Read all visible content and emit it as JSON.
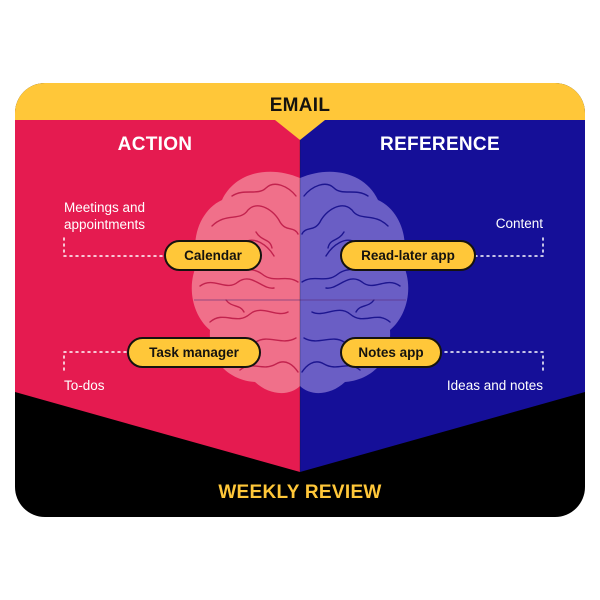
{
  "header": {
    "label": "EMAIL"
  },
  "footer": {
    "label": "WEEKLY REVIEW"
  },
  "action": {
    "title": "ACTION",
    "items": [
      {
        "description": "Meetings and appointments",
        "tool": "Calendar"
      },
      {
        "description": "To-dos",
        "tool": "Task manager"
      }
    ]
  },
  "reference": {
    "title": "REFERENCE",
    "items": [
      {
        "description": "Content",
        "tool": "Read-later app"
      },
      {
        "description": "Ideas and notes",
        "tool": "Notes app"
      }
    ]
  },
  "colors": {
    "email_band": "#ffc739",
    "action_panel": "#e51b50",
    "reference_panel": "#150f98",
    "footer_band": "#000000",
    "footer_text": "#ffc739",
    "pill": "#ffc739",
    "brain_left": "#f0708a",
    "brain_right": "#6a5ec5"
  },
  "icons": {
    "center": "brain-icon"
  }
}
